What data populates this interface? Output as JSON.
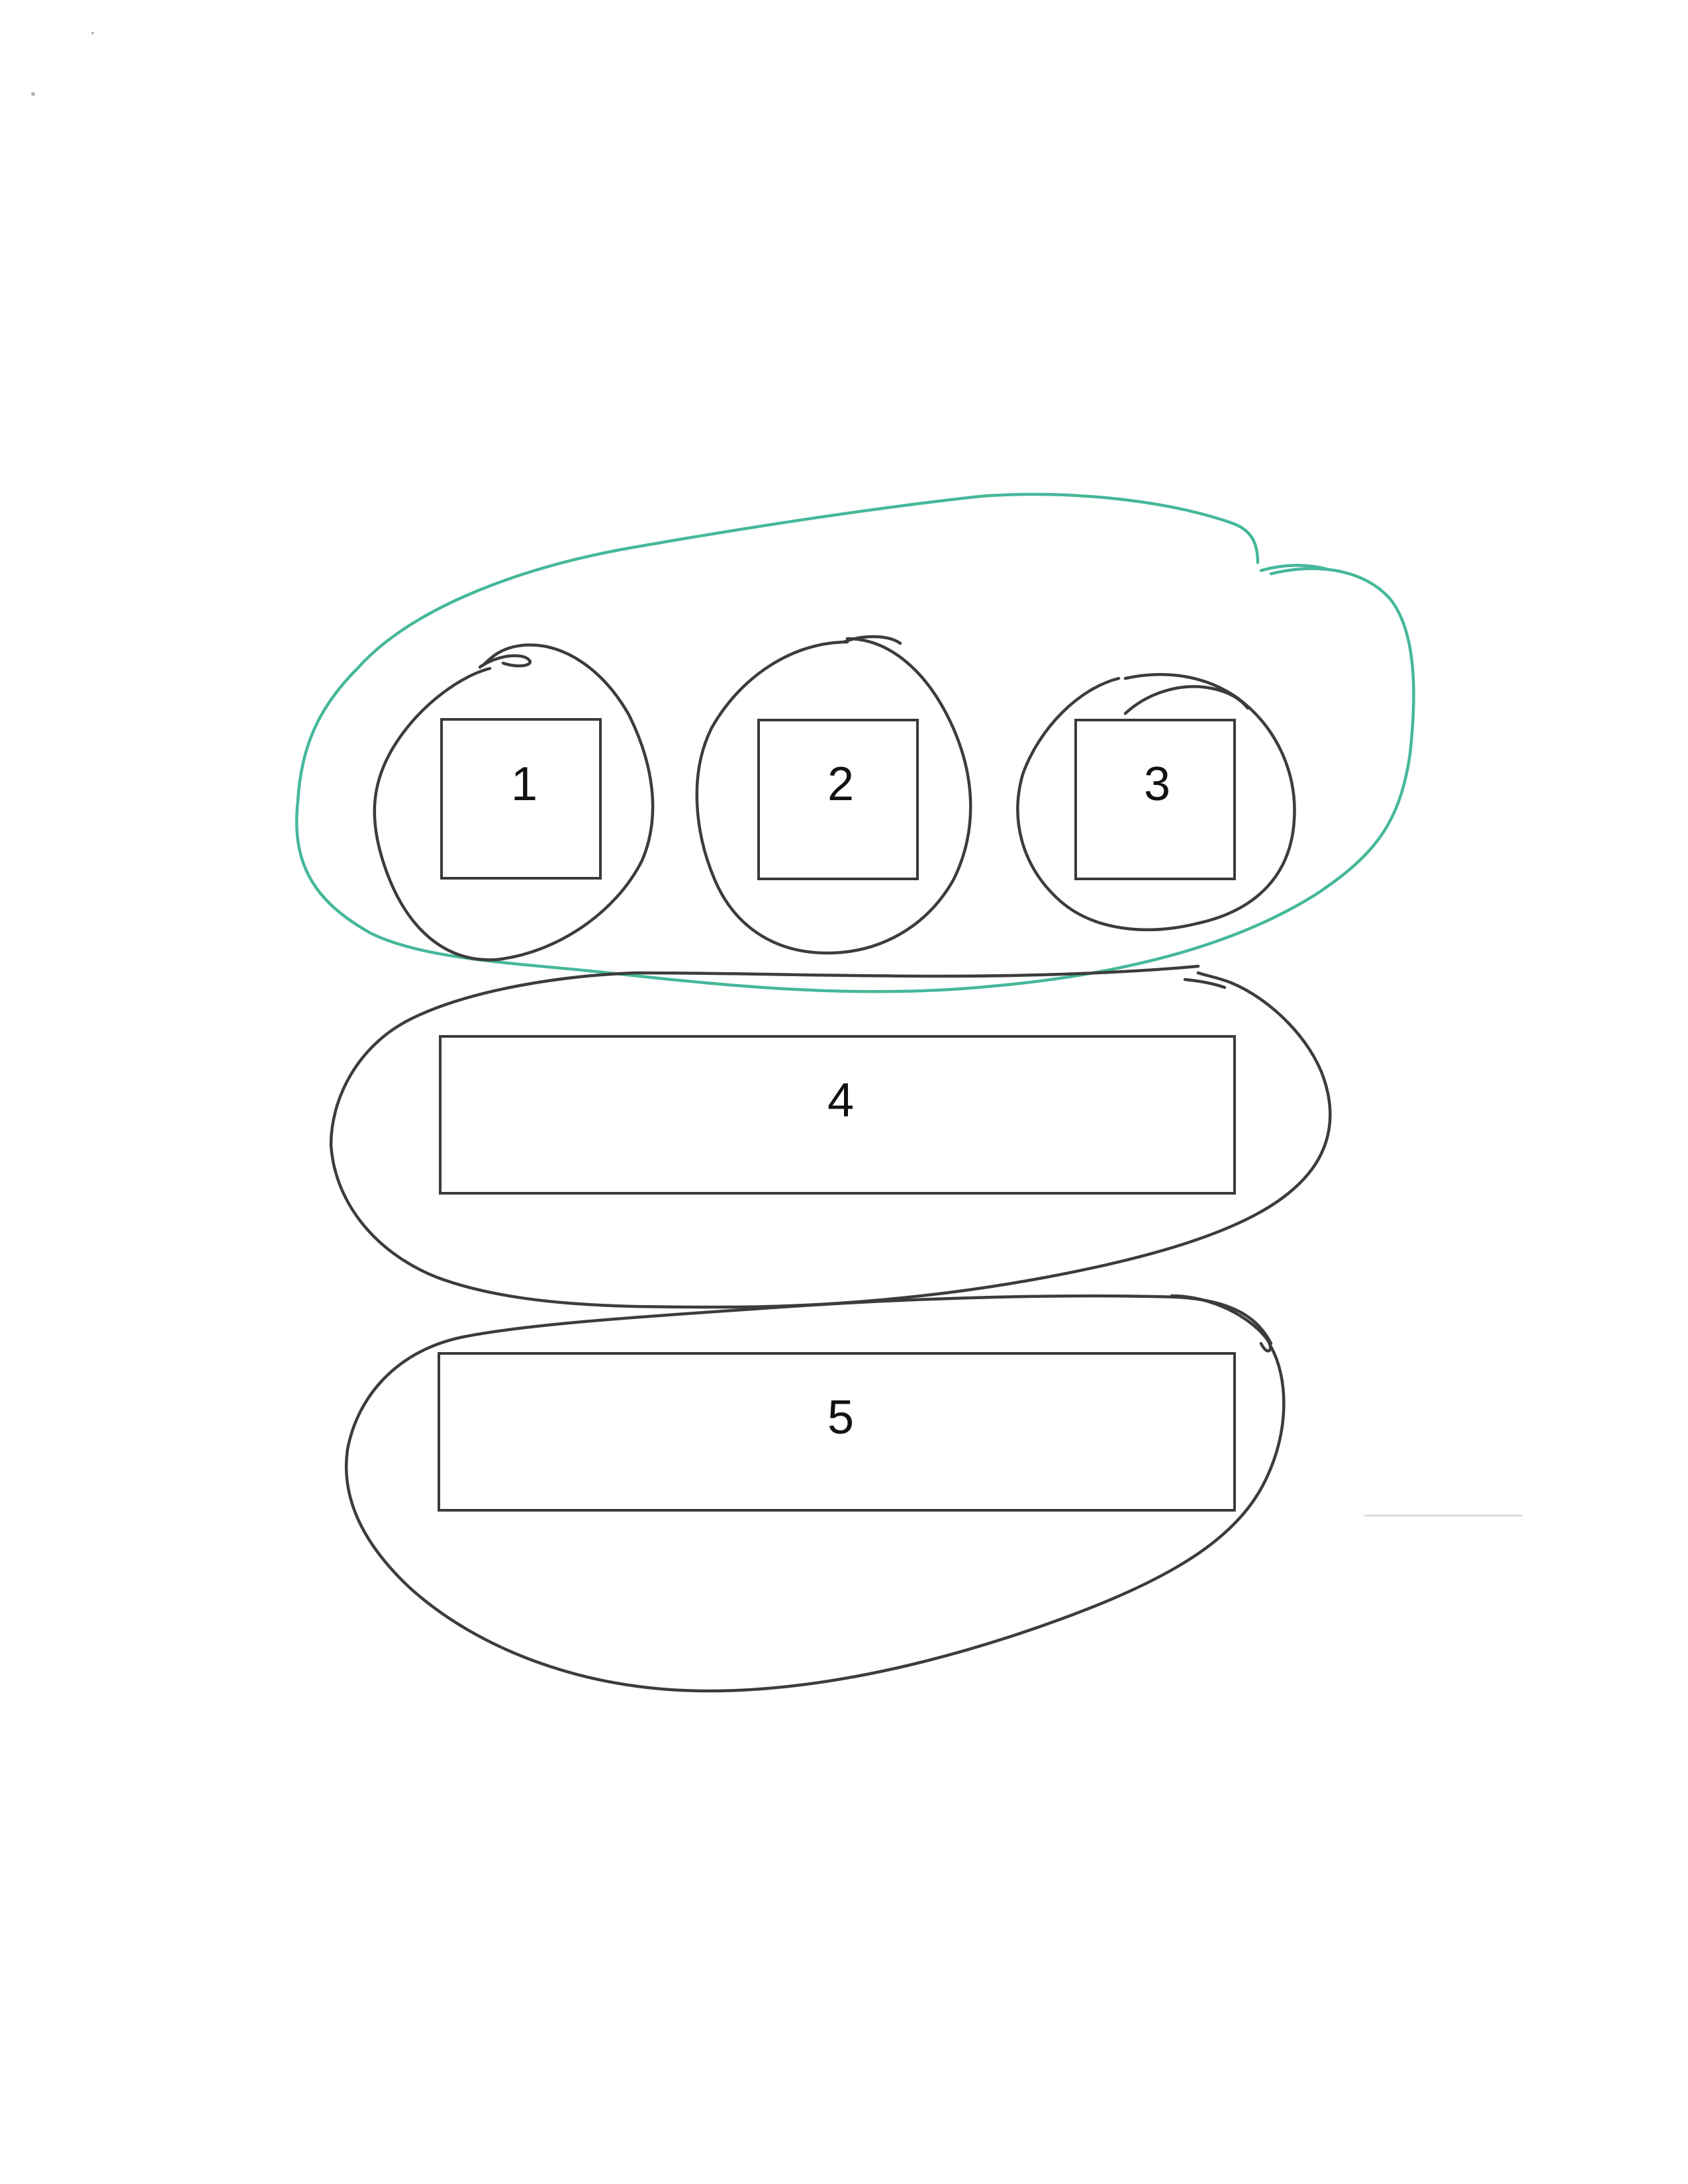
{
  "diagram": {
    "boxes": [
      {
        "label": "1",
        "shape": "square"
      },
      {
        "label": "2",
        "shape": "square"
      },
      {
        "label": "3",
        "shape": "square"
      },
      {
        "label": "4",
        "shape": "wide-rectangle"
      },
      {
        "label": "5",
        "shape": "wide-rectangle"
      }
    ],
    "groupings": [
      {
        "members": [
          "1"
        ],
        "stroke_color": "#3c3c3c"
      },
      {
        "members": [
          "2"
        ],
        "stroke_color": "#3c3c3c"
      },
      {
        "members": [
          "3"
        ],
        "stroke_color": "#3c3c3c"
      },
      {
        "members": [
          "1",
          "2",
          "3"
        ],
        "stroke_color": "#45b89a"
      },
      {
        "members": [
          "4"
        ],
        "stroke_color": "#3c3c3c"
      },
      {
        "members": [
          "5"
        ],
        "stroke_color": "#3c3c3c"
      }
    ],
    "colors": {
      "ink": "#3c3c3c",
      "accent": "#45b89a",
      "background": "#ffffff"
    }
  }
}
